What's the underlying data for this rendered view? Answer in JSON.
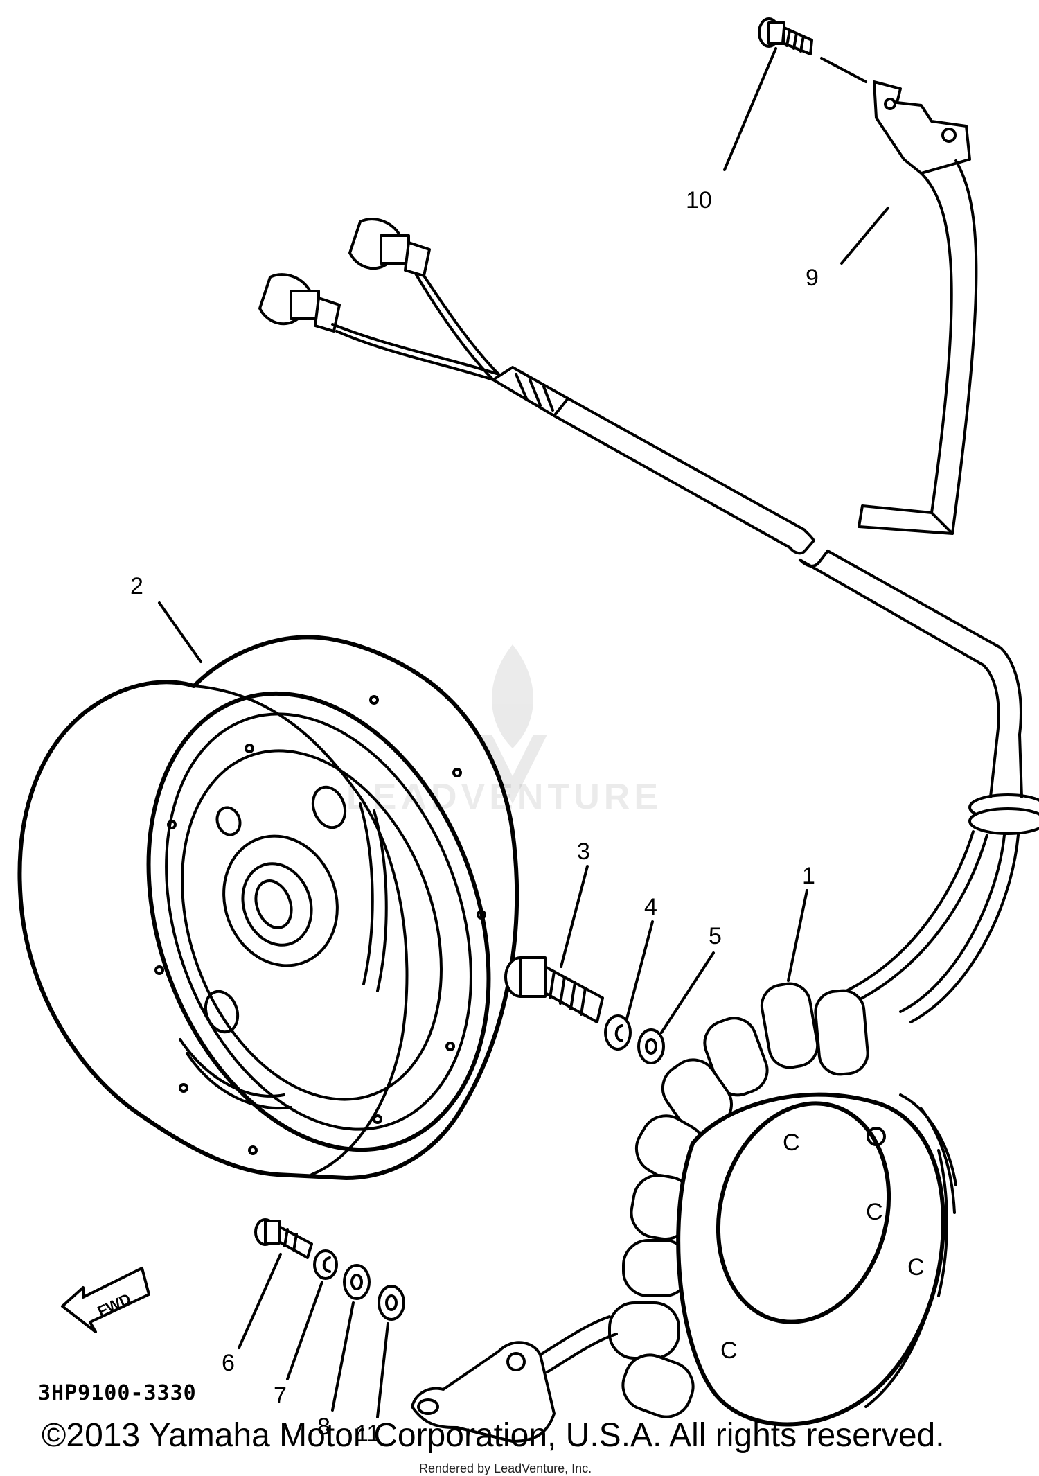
{
  "labels": [
    {
      "id": "1",
      "text": "1"
    },
    {
      "id": "2",
      "text": "2"
    },
    {
      "id": "3",
      "text": "3"
    },
    {
      "id": "4",
      "text": "4"
    },
    {
      "id": "5",
      "text": "5"
    },
    {
      "id": "6",
      "text": "6"
    },
    {
      "id": "7",
      "text": "7"
    },
    {
      "id": "8",
      "text": "8"
    },
    {
      "id": "9",
      "text": "9"
    },
    {
      "id": "10",
      "text": "10"
    },
    {
      "id": "11",
      "text": "11"
    }
  ],
  "fwd": "FWD",
  "part_code": "3HP9100-3330",
  "copyright": "©2013 Yamaha Motor Corporation, U.S.A. All rights reserved.",
  "rendered_by": "Rendered by LeadVenture, Inc.",
  "watermark": "LEADVENTURE",
  "stator_marks": [
    "C",
    "C",
    "C",
    "C"
  ],
  "colors": {
    "ink": "#000000",
    "paper": "#ffffff",
    "watermark": "#000000"
  },
  "icons": [
    "flame-logo-icon",
    "fwd-arrow-icon"
  ]
}
